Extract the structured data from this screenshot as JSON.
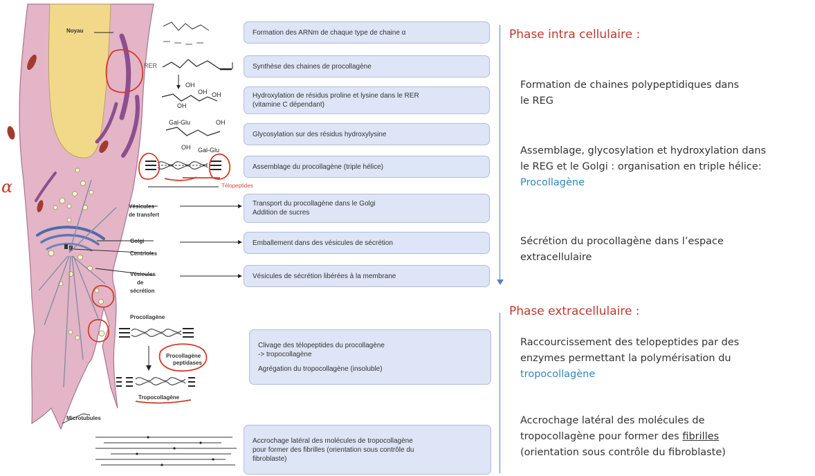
{
  "diagram": {
    "cell_labels": {
      "nucleus": "Noyau",
      "rer": "RER",
      "transfer_vesicles": [
        "Vésicules",
        "de transfert"
      ],
      "golgi": "Golgi",
      "centrioles": "Centrioles",
      "secretion_vesicles": [
        "Vésicules",
        "de",
        "sécrétion"
      ],
      "microtubules": "Microtubules"
    },
    "molecule_labels": {
      "oh": "OH",
      "gal_glu": "Gal-Glu",
      "telopeptides": "Télopeptides",
      "procollagen": "Procollagène",
      "procollagen_peptidases": [
        "Procollagène",
        "peptidases"
      ],
      "tropocollagen": "Tropocollagène"
    },
    "handwritten_alpha": "α"
  },
  "steps": [
    {
      "lines": [
        "Formation des ARNm de chaque type de chaine α"
      ]
    },
    {
      "lines": [
        "Synthèse des chaines de procollagène"
      ]
    },
    {
      "lines": [
        "Hydroxylation de résidus proline et lysine dans le RER",
        "(vitamine C dépendant)"
      ]
    },
    {
      "lines": [
        "Glycosylation sur des résidus hydroxylysine"
      ]
    },
    {
      "lines": [
        "Assemblage du procollagène (triple hélice)"
      ]
    },
    {
      "lines": [
        "Transport du procollagène dans le Golgi",
        "Addition de sucres"
      ]
    },
    {
      "lines": [
        "Emballement dans des vésicules de sécrétion"
      ]
    },
    {
      "lines": [
        "Vésicules de sécrétion libérées à la membrane"
      ]
    },
    {
      "lines": [
        "Clivage des télopeptides du procollagène",
        "-> tropocollagène",
        "",
        "Agrégation du tropocollagène (insoluble)"
      ]
    },
    {
      "lines": [
        "Accrochage latéral des molécules de tropocollagène",
        "pour former des fibrilles (orientation sous contrôle du",
        "fibroblaste)"
      ]
    }
  ],
  "phases": {
    "intra_title": "Phase intra cellulaire :",
    "extra_title": "Phase extracellulaire :"
  },
  "descriptions": {
    "d1": [
      "Formation de chaines polypeptidiques dans",
      "le REG"
    ],
    "d2": [
      "Assemblage, glycosylation et hydroxylation dans",
      "le REG et le Golgi : organisation en triple hélice:"
    ],
    "d2_highlight": "Procollagène",
    "d3": [
      "Sécrétion du procollagène dans l’espace",
      "extracellulaire"
    ],
    "d4": [
      "Raccourcissement des telopeptides par des",
      "enzymes permettant la polymérisation du"
    ],
    "d4_highlight": "tropocollagène",
    "d5": [
      "Accrochage latéral des molécules de"
    ],
    "d5_line2_prefix": "tropocollagène pour former des ",
    "d5_line2_underlined": "fibrilles",
    "d5_line3": "(orientation sous contrôle du fibroblaste)"
  },
  "colors": {
    "cell_fill": "#e3b5c6",
    "nucleus_fill": "#f2d98a",
    "er_purple": "#8b4f8f",
    "mito_red": "#a23b2f",
    "box_fill": "#dde5f6",
    "phase_red": "#c0392b",
    "highlight_blue": "#2f86b8",
    "annotation_red": "#d23a2a"
  }
}
